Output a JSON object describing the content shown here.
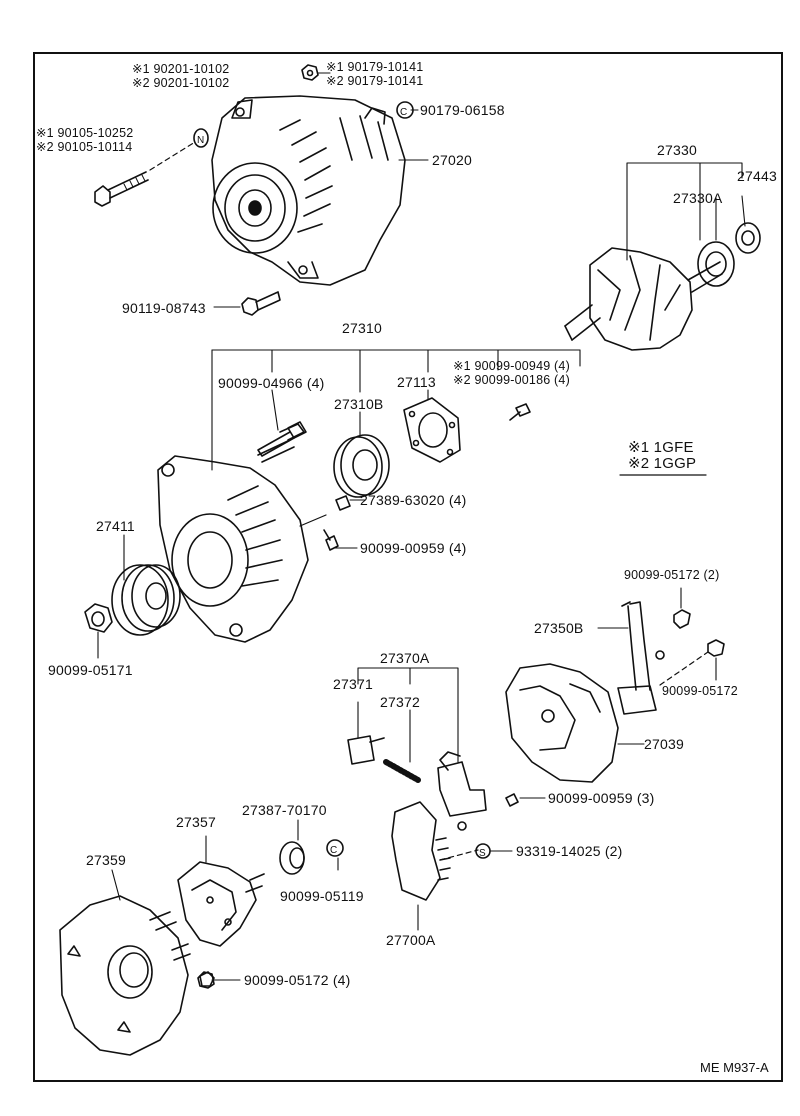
{
  "diagram_code": "ME  M937-A",
  "legend": {
    "line1": "※1 1GFE",
    "line2": "※2 1GGP"
  },
  "labels": {
    "p_bolt_nut_top1": "※1 90179-10141",
    "p_bolt_nut_top2": "※2 90179-10141",
    "p_stud1": "※1 90201-10102",
    "p_stud2": "※2 90201-10102",
    "p_bolt_long1": "※1 90105-10252",
    "p_bolt_long2": "※2 90105-10114",
    "p_nut_06158": "90179-06158",
    "p_alt_assy": "27020",
    "p_bolt_08743": "90119-08743",
    "p_rotor": "27330",
    "p_cover_27443": "27443",
    "p_bearing_27330a": "27330A",
    "p_drive_frame": "27310",
    "p_bolt_04966": "90099-04966 (4)",
    "p_plate_27113": "27113",
    "p_screw1": "※1 90099-00949 (4)",
    "p_screw2": "※2 90099-00186 (4)",
    "p_bearing_27310b": "27310B",
    "p_retainer_63020": "27389-63020 (4)",
    "p_screw_00959a": "90099-00959 (4)",
    "p_pulley": "27411",
    "p_nut_05171": "90099-05171",
    "p_nut_05172a": "90099-05172 (2)",
    "p_lead_27350b": "27350B",
    "p_nut_05172b": "90099-05172",
    "p_brush_holder": "27370A",
    "p_brush": "27371",
    "p_spring": "27372",
    "p_rear_cover": "27039",
    "p_screw_00959b": "90099-00959 (3)",
    "p_insulator": "27387-70170",
    "p_rectifier": "27357",
    "p_nut_05119": "90099-05119",
    "p_screw_14025": "93319-14025 (2)",
    "p_end_frame": "27359",
    "p_regulator": "27700A",
    "p_nut_05172c": "90099-05172 (4)"
  }
}
